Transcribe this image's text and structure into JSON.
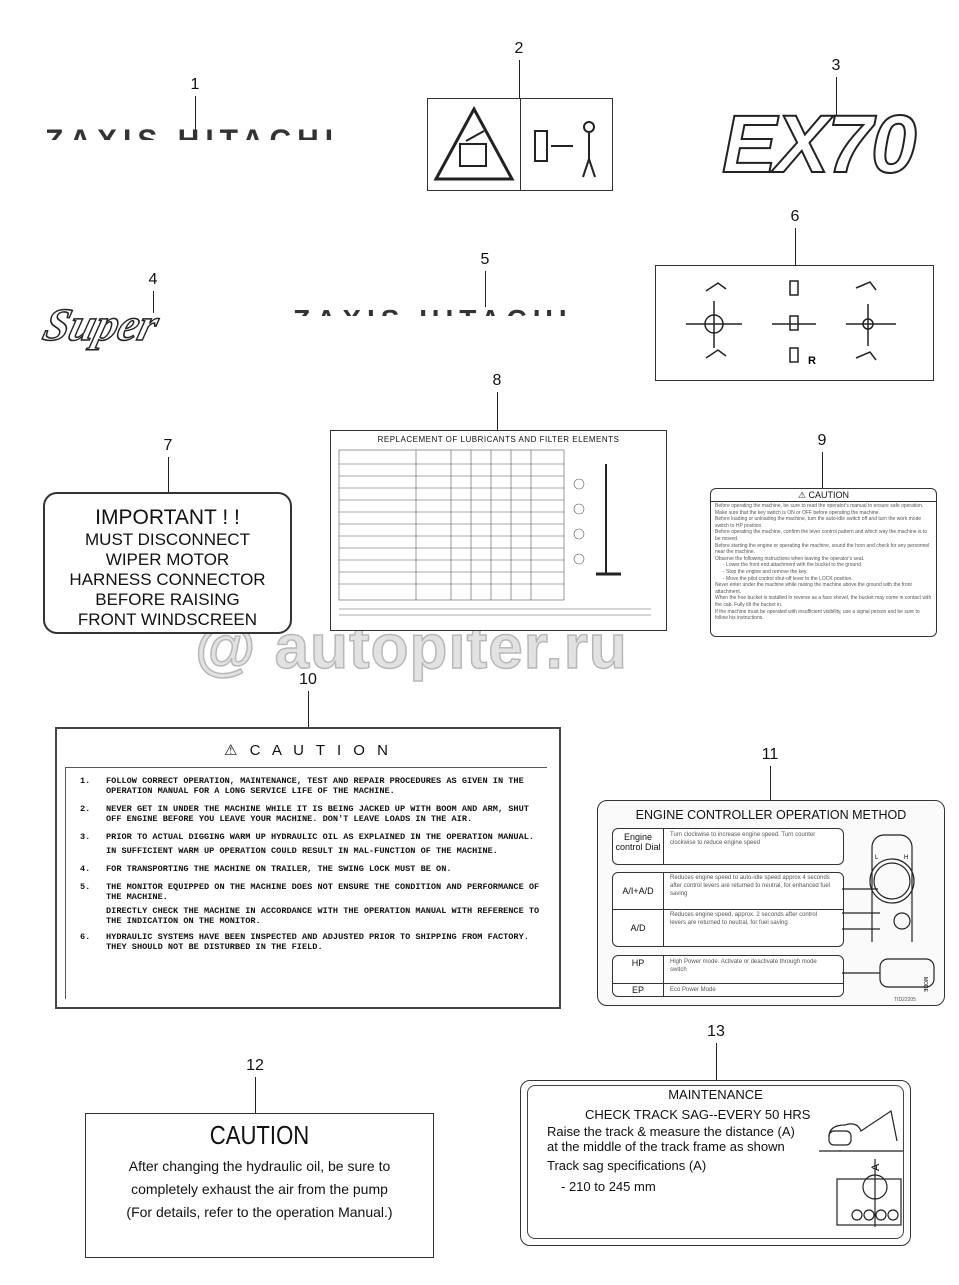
{
  "callouts": [
    "1",
    "2",
    "3",
    "4",
    "5",
    "6",
    "7",
    "8",
    "9",
    "10",
    "11",
    "12",
    "13"
  ],
  "item1": {
    "text": "ZAXIS HITACHI"
  },
  "item3": {
    "text": "EX70"
  },
  "item4": {
    "text": "Super"
  },
  "item5": {
    "text": "ZAXIS HITACHI"
  },
  "item6": {
    "mark": "R"
  },
  "item7": {
    "lines": [
      "IMPORTANT ! !",
      "MUST DISCONNECT",
      "WIPER MOTOR",
      "HARNESS CONNECTOR",
      "BEFORE RAISING",
      "FRONT WINDSCREEN"
    ]
  },
  "item8": {
    "title": "REPLACEMENT OF LUBRICANTS AND FILTER ELEMENTS"
  },
  "item9": {
    "title": "CAUTION",
    "lines": [
      "Before operating the machine, be sure to read the operator's manual to ensure safe operation.",
      "Make sure that the key switch is ON or OFF before operating the machine.",
      "Before loading or unloading the machine, turn the auto-idle switch off and turn the work mode switch to HP position.",
      "Before operating the machine, confirm the lever control pattern and which way the machine is to be moved.",
      "Before starting the engine or operating the machine, sound the horn and check for any personnel near the machine.",
      "Observe the following instructions when leaving the operator's seat.",
      "- Lower the front end attachment with the bucket to the ground.",
      "- Stop the engine and remove the key.",
      "- Move the pilot control shut-off lever to the LOCK position.",
      "Never enter under the machine while raising the machine above the ground with the front attachment.",
      "When the hoe bucket is installed in reverse as a face shovel, the bucket may come in contact with the cab. Fully tilt the bucket in.",
      "If the machine must be operated with insufficient visibility, use a signal person and be sure to follow his instructions."
    ]
  },
  "watermark": "@ autopiter.ru",
  "item10": {
    "title": "C A U T I O N",
    "items": [
      {
        "n": "1.",
        "text": "FOLLOW CORRECT OPERATION, MAINTENANCE, TEST AND REPAIR PROCEDURES AS GIVEN IN THE OPERATION MANUAL FOR A LONG SERVICE LIFE OF THE MACHINE."
      },
      {
        "n": "2.",
        "text": "NEVER GET IN UNDER THE MACHINE WHILE IT IS BEING JACKED UP WITH BOOM AND ARM, SHUT OFF ENGINE BEFORE YOU LEAVE YOUR MACHINE. DON'T LEAVE LOADS IN THE AIR."
      },
      {
        "n": "3.",
        "text": "PRIOR TO ACTUAL DIGGING WARM UP HYDRAULIC OIL AS EXPLAINED IN THE OPERATION MANUAL.",
        "extra": "IN SUFFICIENT WARM UP OPERATION COULD RESULT IN MAL-FUNCTION OF THE MACHINE."
      },
      {
        "n": "4.",
        "text": "FOR TRANSPORTING THE MACHINE ON TRAILER, THE SWING LOCK MUST BE ON."
      },
      {
        "n": "5.",
        "text": "THE MONITOR EQUIPPED ON THE MACHINE DOES NOT ENSURE THE CONDITION AND PERFORMANCE OF THE MACHINE.",
        "extra": "DIRECTLY CHECK THE MACHINE IN ACCORDANCE WITH THE OPERATION MANUAL WITH REFERENCE TO THE INDICATION ON THE MONITOR."
      },
      {
        "n": "6.",
        "text": "HYDRAULIC SYSTEMS HAVE BEEN INSPECTED AND ADJUSTED PRIOR TO SHIPPING FROM FACTORY. THEY SHOULD NOT BE DISTURBED IN THE FIELD."
      }
    ]
  },
  "item11": {
    "title": "ENGINE CONTROLLER OPERATION METHOD",
    "rows": [
      {
        "label": "Engine control Dial",
        "desc": "Turn clockwise to increase engine speed. Turn counter clockwise to reduce engine speed"
      },
      {
        "label": "A/I+A/D",
        "desc": "Reduces engine speed to auto-idle speed approx 4 seconds after control levers are returned to neutral, for enhanced fuel saving"
      },
      {
        "label": "A/D",
        "desc": "Reduces engine speed, approx. 2 seconds after control levers are returned to neutral, for fuel saving"
      },
      {
        "label": "HP",
        "desc": "High Power mode. Activate or deactivate through mode switch"
      },
      {
        "label": "EP",
        "desc": "Eco Power Mode"
      }
    ],
    "dial_labels": {
      "low": "L",
      "high": "H"
    },
    "mode_label": "MODE",
    "code": "TID22205"
  },
  "item12": {
    "title": "CAUTION",
    "lines": [
      "After changing the hydraulic oil, be sure to",
      "completely exhaust the air from the pump",
      "(For details, refer to the operation Manual.)"
    ]
  },
  "item13": {
    "title": "MAINTENANCE",
    "subtitle": "CHECK TRACK SAG--EVERY 50 HRS",
    "lines": [
      "Raise the track & measure the distance (A)",
      "at the middle of the track frame as shown",
      "Track sag specifications (A)",
      "- 210 to 245 mm"
    ],
    "marker": "A"
  }
}
